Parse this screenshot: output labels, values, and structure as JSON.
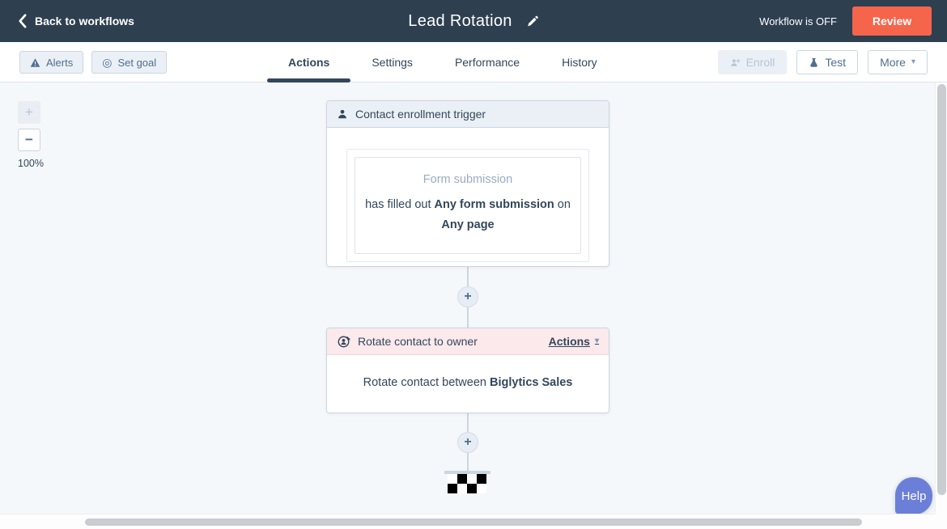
{
  "topbar": {
    "back_label": "Back to workflows",
    "title": "Lead Rotation",
    "status_text": "Workflow is OFF",
    "review_label": "Review"
  },
  "toolbar": {
    "alerts_label": "Alerts",
    "set_goal_label": "Set goal",
    "tabs": [
      {
        "label": "Actions",
        "active": true
      },
      {
        "label": "Settings",
        "active": false
      },
      {
        "label": "Performance",
        "active": false
      },
      {
        "label": "History",
        "active": false
      }
    ],
    "enroll_label": "Enroll",
    "test_label": "Test",
    "more_label": "More"
  },
  "canvas": {
    "zoom_level": "100%",
    "trigger_card": {
      "header": "Contact enrollment trigger",
      "placeholder": "Form submission",
      "line1_pre": "has filled out",
      "line1_bold": "Any form submission",
      "line1_post": "on",
      "line2_bold": "Any page"
    },
    "action_card": {
      "header": "Rotate contact to owner",
      "menu_label": "Actions",
      "body_pre": "Rotate contact between",
      "body_bold": "Biglytics Sales"
    },
    "help_label": "Help"
  },
  "icons": {
    "plus": "+",
    "minus": "−",
    "caret_down": "▾",
    "target": "◎"
  },
  "colors": {
    "navy_bar": "#2e3f50",
    "text_navy": "#33475b",
    "muted_text": "#99acc2",
    "border": "#cbd6e2",
    "light_fill": "#eaf0f6",
    "canvas_bg": "#f5f8fa",
    "review_orange": "#f5654c",
    "action_header_pink": "#fbe9ec",
    "help_purple": "#6b7fd8",
    "active_tab_underline": "#33475b"
  }
}
